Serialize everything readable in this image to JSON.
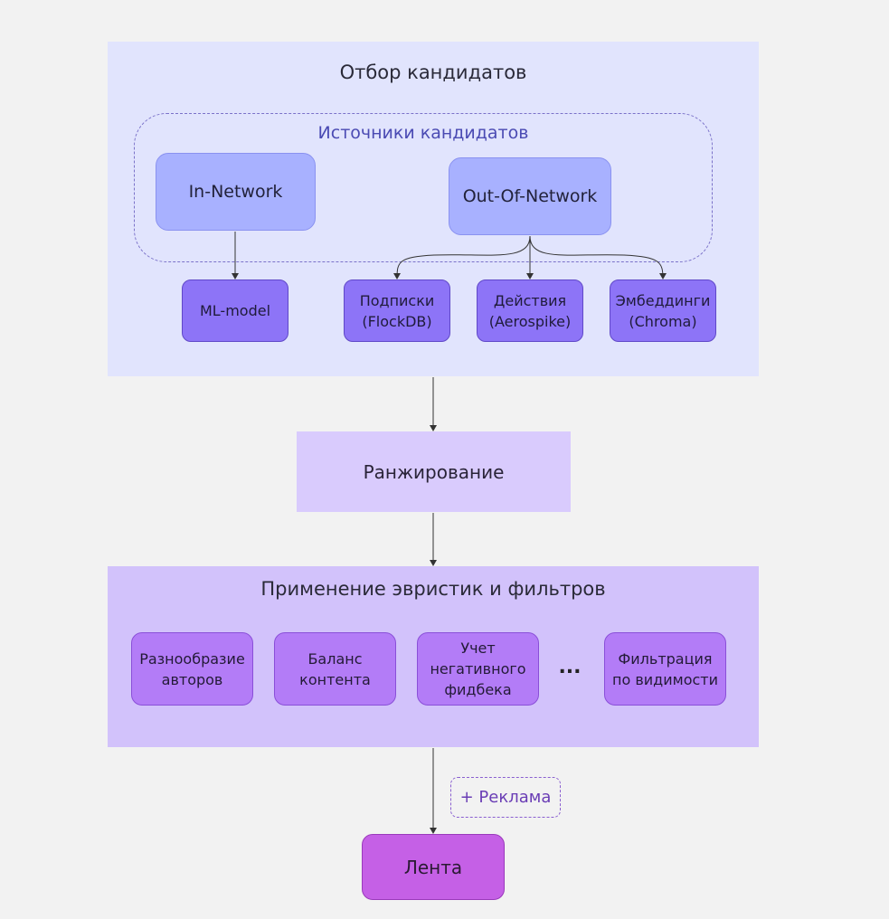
{
  "candidate_selection": {
    "title": "Отбор кандидатов",
    "sources": {
      "title": "Источники кандидатов",
      "in_network": "In-Network",
      "out_of_network": "Out-Of-Network"
    },
    "stores": {
      "ml_model": "ML-model",
      "subscriptions": {
        "line1": "Подписки",
        "line2": "(FlockDB)"
      },
      "actions": {
        "line1": "Действия",
        "line2": "(Aerospike)"
      },
      "embeddings": {
        "line1": "Эмбеддинги",
        "line2": "(Chroma)"
      }
    }
  },
  "ranking": {
    "label": "Ранжирование"
  },
  "heuristics": {
    "title": "Применение эвристик и фильтров",
    "items": [
      {
        "line1": "Разнообразие",
        "line2": "авторов"
      },
      {
        "line1": "Баланс",
        "line2": "контента"
      },
      {
        "line1": "Учет",
        "line2": "негативного",
        "line3": "фидбека"
      },
      {
        "line1": "Фильтрация",
        "line2": "по видимости"
      }
    ],
    "ellipsis": "..."
  },
  "ads": {
    "label": "+ Реклама"
  },
  "feed": {
    "label": "Лента"
  },
  "colors": {
    "background": "#f2f2f2",
    "cluster": "#e1e4fd",
    "source_node": "#a8b1ff",
    "store_node": "#8d74f7",
    "ranking": "#d9cbfd",
    "filters": "#d2c2fb",
    "filter_node": "#b37cf7",
    "feed": "#c560e6"
  }
}
